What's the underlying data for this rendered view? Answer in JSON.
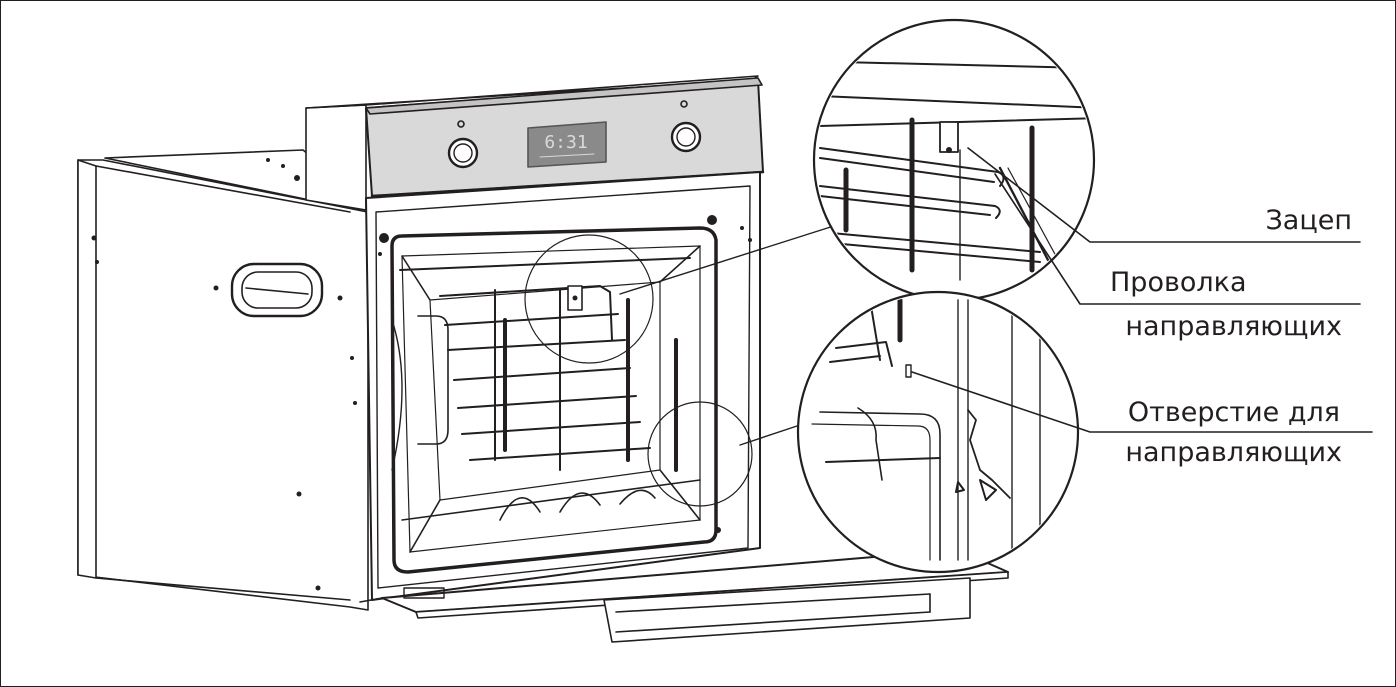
{
  "display": {
    "time": "6:31"
  },
  "labels": {
    "hook": "Зацеп",
    "wire_line1": "Проволка",
    "wire_line2": "направляющих",
    "hole_line1": "Отверстие для",
    "hole_line2": "направляющих"
  },
  "colors": {
    "stroke": "#231f20",
    "panel": "#d9d9d9",
    "display": "#8a8a8a",
    "background": "#ffffff"
  }
}
